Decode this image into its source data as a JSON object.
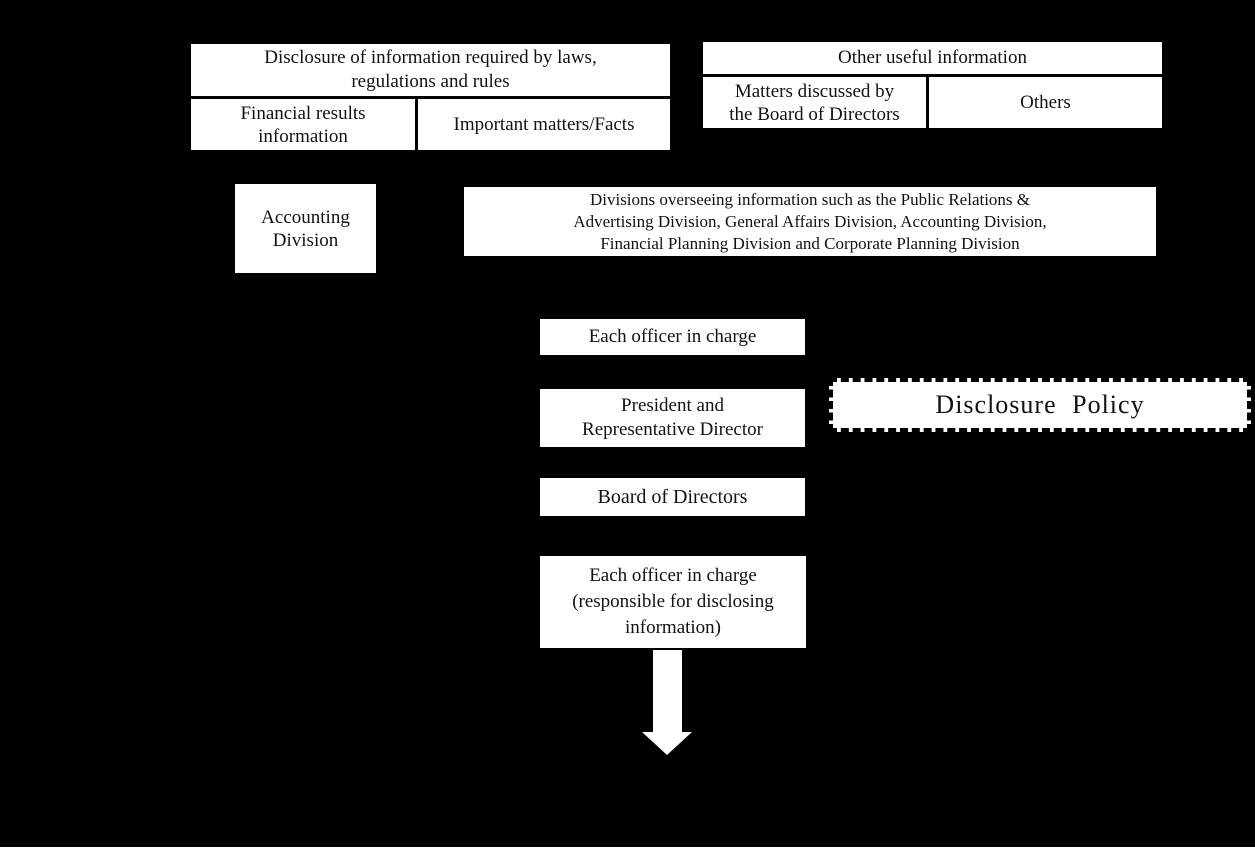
{
  "colors": {
    "background": "#000000",
    "box_fill": "#ffffff",
    "box_border": "#000000",
    "text": "#111111",
    "arrow_fill": "#ffffff"
  },
  "tables": {
    "laws": {
      "header_lines": [
        "Disclosure of information required by laws,",
        "regulations and rules"
      ],
      "cell_financial_lines": [
        "Financial results",
        "information"
      ],
      "cell_matters": "Important matters/Facts"
    },
    "other": {
      "header": "Other useful information",
      "cell_board_lines": [
        "Matters discussed by",
        "the Board of Directors"
      ],
      "cell_others": "Others"
    }
  },
  "boxes": {
    "accounting": {
      "lines": [
        "Accounting",
        "Division"
      ]
    },
    "divisions": {
      "lines": [
        "Divisions overseeing information such as the Public Relations &",
        "Advertising Division, General Affairs Division, Accounting Division,",
        "Financial Planning Division and Corporate Planning Division"
      ]
    },
    "officer_in_charge": {
      "label": "Each officer in charge"
    },
    "president": {
      "lines": [
        "President and",
        "Representative Director"
      ]
    },
    "disclosure_policy": {
      "label": "Disclosure Policy"
    },
    "board_of_directors": {
      "label": "Board of Directors"
    },
    "disclosing_officer": {
      "lines": [
        "Each officer in charge",
        "(responsible for disclosing",
        "information)"
      ]
    }
  },
  "icons": {
    "down_arrow": "down-arrow"
  }
}
